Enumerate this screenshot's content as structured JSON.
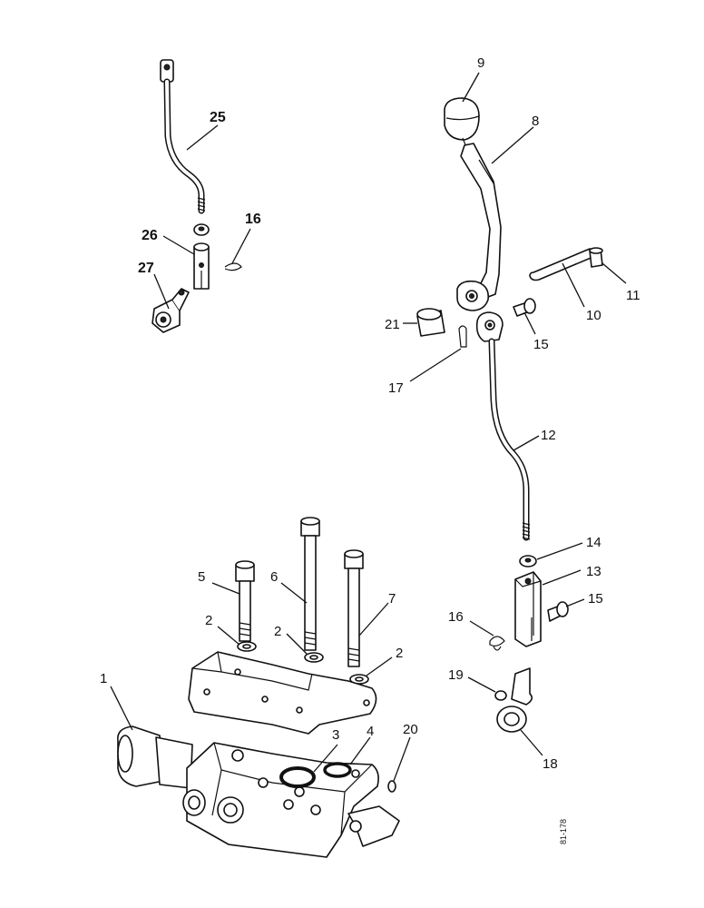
{
  "labels": {
    "l1": "1",
    "l2a": "2",
    "l2b": "2",
    "l2c": "2",
    "l3": "3",
    "l4": "4",
    "l5": "5",
    "l6": "6",
    "l7": "7",
    "l8": "8",
    "l9": "9",
    "l10": "10",
    "l11": "11",
    "l12": "12",
    "l13": "13",
    "l14": "14",
    "l15a": "15",
    "l15b": "15",
    "l16a": "16",
    "l16b": "16",
    "l17": "17",
    "l18": "18",
    "l19": "19",
    "l20": "20",
    "l21": "21",
    "l25": "25",
    "l26": "26",
    "l27": "27"
  },
  "drawing_ref": "81-178"
}
